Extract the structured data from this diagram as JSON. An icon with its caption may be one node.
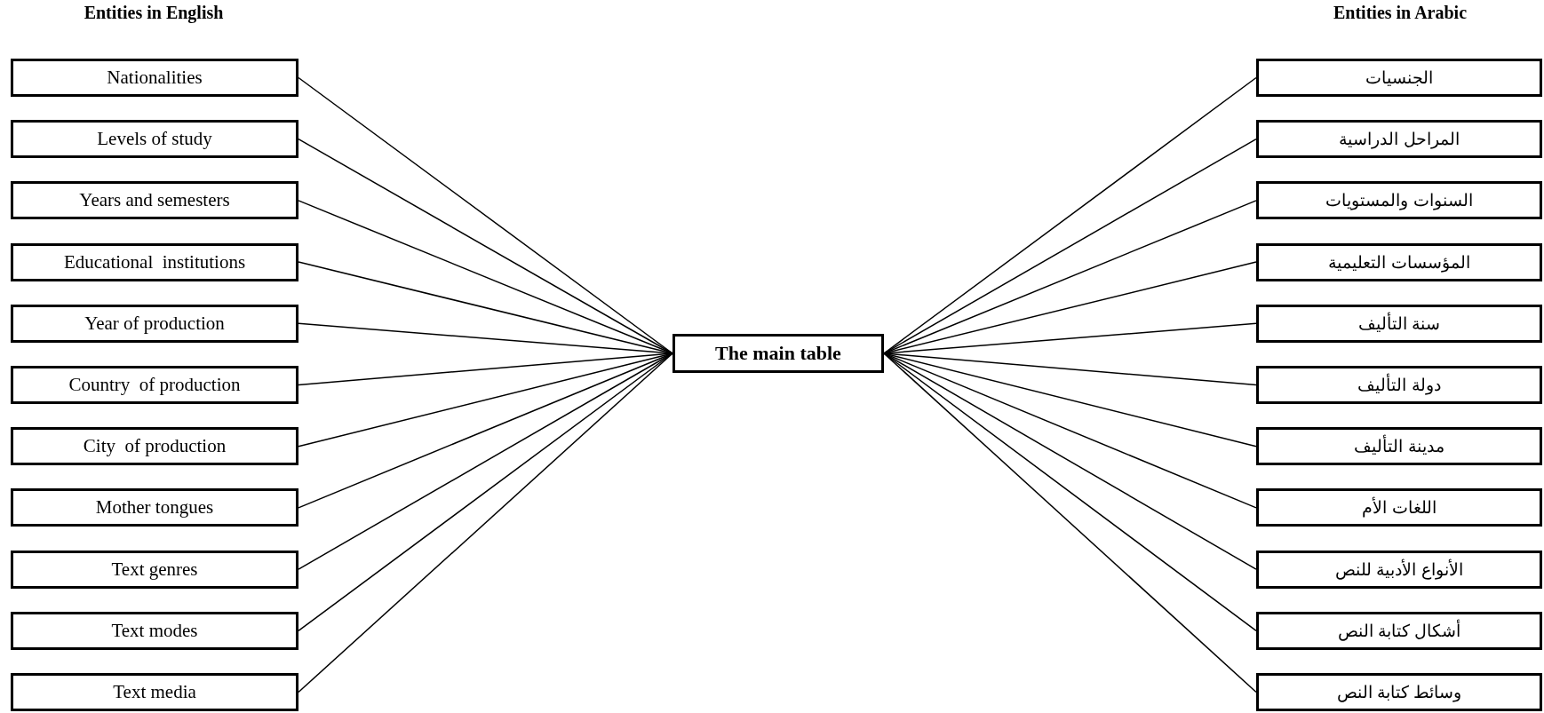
{
  "diagram": {
    "nodes": [
      {
        "text": [
          "Nationalities"
        ]
      },
      {
        "text": [
          "Levels of study"
        ]
      },
      {
        "text": [
          "Years and semesters"
        ]
      },
      {
        "text": [
          "Educational  institutions"
        ]
      },
      {
        "text": [
          "Year of production"
        ]
      },
      {
        "text": [
          "Country  of production"
        ]
      },
      {
        "text": [
          "City  of production"
        ]
      },
      {
        "text": [
          "Mother tongues"
        ]
      },
      {
        "text": [
          "Text genres"
        ]
      },
      {
        "text": [
          "Text modes"
        ]
      },
      {
        "text": [
          "Text media"
        ]
      },
      {
        "text": [
          "The main table"
        ]
      },
      {
        "text": [
          "الجنسيات"
        ]
      },
      {
        "text": [
          "المراحل الدراسية"
        ]
      },
      {
        "text": [
          "السنوات والمستويات"
        ]
      },
      {
        "text": [
          "المؤسسات التعليمية"
        ]
      },
      {
        "text": [
          "سنة التأليف"
        ]
      },
      {
        "text": [
          "دولة التأليف"
        ]
      },
      {
        "text": [
          "مدينة التأليف"
        ]
      },
      {
        "text": [
          "اللغات الأم"
        ]
      },
      {
        "text": [
          "الأنواع الأدبية للنص"
        ]
      },
      {
        "text": [
          "أشكال كتابة النص"
        ]
      },
      {
        "text": [
          "وسائط كتابة النص"
        ]
      }
    ],
    "edges": [
      {
        "from": 0,
        "to": 11,
        "arrow": "none"
      },
      {
        "from": 1,
        "to": 11,
        "arrow": "none"
      },
      {
        "from": 2,
        "to": 11,
        "arrow": "none"
      },
      {
        "from": 3,
        "to": 11,
        "arrow": "none"
      },
      {
        "from": 4,
        "to": 11,
        "arrow": "none"
      },
      {
        "from": 5,
        "to": 11,
        "arrow": "none"
      },
      {
        "from": 6,
        "to": 11,
        "arrow": "none"
      },
      {
        "from": 7,
        "to": 11,
        "arrow": "none"
      },
      {
        "from": 8,
        "to": 11,
        "arrow": "none"
      },
      {
        "from": 9,
        "to": 11,
        "arrow": "none"
      },
      {
        "from": 10,
        "to": 11,
        "arrow": "none"
      },
      {
        "from": 12,
        "to": 11,
        "arrow": "none"
      },
      {
        "from": 13,
        "to": 11,
        "arrow": "none"
      },
      {
        "from": 14,
        "to": 11,
        "arrow": "none"
      },
      {
        "from": 15,
        "to": 11,
        "arrow": "none"
      },
      {
        "from": 16,
        "to": 11,
        "arrow": "none"
      },
      {
        "from": 17,
        "to": 11,
        "arrow": "none"
      },
      {
        "from": 18,
        "to": 11,
        "arrow": "none"
      },
      {
        "from": 19,
        "to": 11,
        "arrow": "none"
      },
      {
        "from": 20,
        "to": 11,
        "arrow": "none"
      },
      {
        "from": 21,
        "to": 11,
        "arrow": "none"
      },
      {
        "from": 22,
        "to": 11,
        "arrow": "none"
      }
    ],
    "labels": [
      "Entities in English",
      "Entities in Arabic"
    ]
  }
}
